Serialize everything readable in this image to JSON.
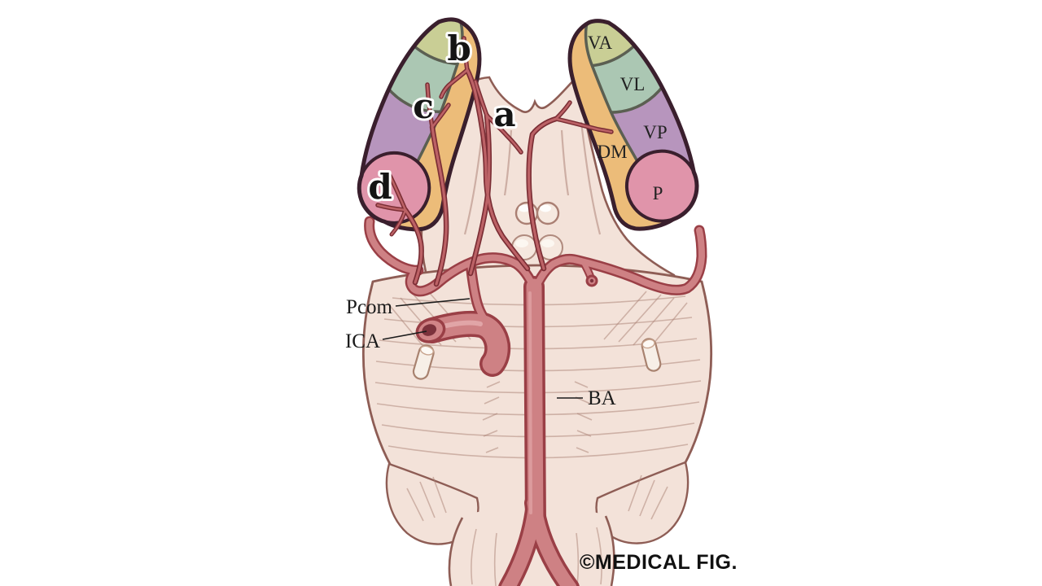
{
  "figure": {
    "credit": "©MEDICAL FIG."
  },
  "thalamus_regions": {
    "va": "VA",
    "vl": "VL",
    "vp": "VP",
    "dm": "DM",
    "p": "P"
  },
  "artery_letters": {
    "a": "a",
    "b": "b",
    "c": "c",
    "d": "d"
  },
  "artery_labels": {
    "pcom": "Pcom",
    "ica": "ICA",
    "ba": "BA"
  },
  "colors": {
    "background": "#ffffff",
    "region_va": "#c9ce95",
    "region_vl": "#abc7b3",
    "region_vp": "#b795bd",
    "region_p": "#e094aa",
    "region_dm": "#ecbc79",
    "thalamus_outline": "#3a1f2d",
    "region_border": "#5b5f52",
    "brainstem_fill": "#f3e2d9",
    "brainstem_outline": "#8e5d55",
    "artery_fill": "#ce8184",
    "artery_outline": "#9a3f46",
    "artery_highlight": "#e2a7a8",
    "perforator_core": "#bc6266",
    "perforator_outline": "#7a2d34",
    "ica_lumen": "#7c323c",
    "label_color": "#1b1b1b"
  }
}
